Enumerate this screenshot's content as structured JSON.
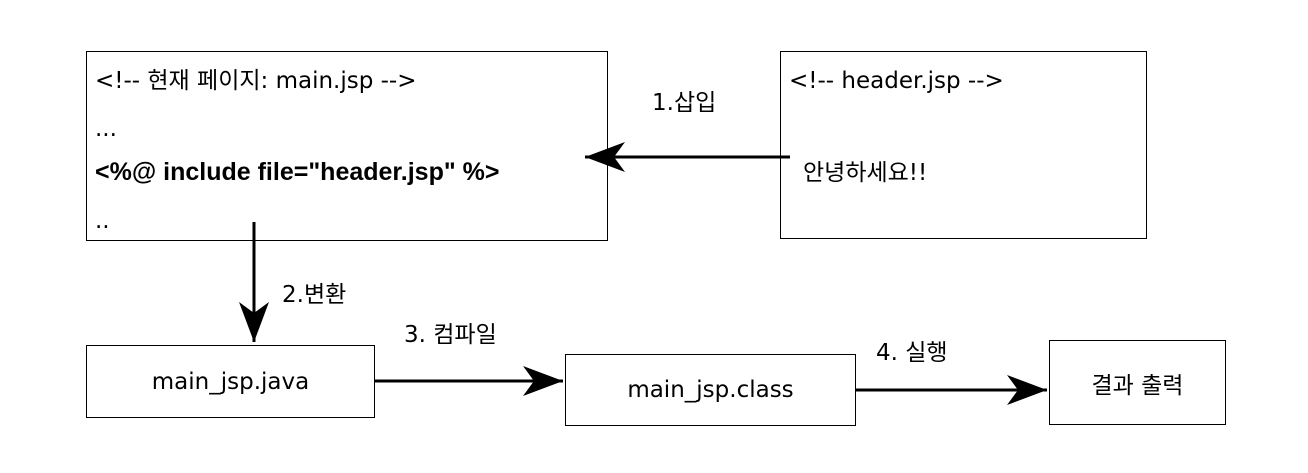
{
  "main_jsp": {
    "lines": [
      "<!-- 현재 페이지: main.jsp -->",
      "...",
      "<%@ include file=\"header.jsp\" %>",
      ".."
    ]
  },
  "header_jsp": {
    "lines": [
      "<!-- header.jsp -->",
      "안녕하세요!!"
    ]
  },
  "main_jsp_java": "main_jsp.java",
  "main_jsp_class": "main_jsp.class",
  "result": "결과 출력",
  "steps": {
    "insert": "1.삽입",
    "convert": "2.변환",
    "compile": "3. 컴파일",
    "execute": "4. 실행"
  }
}
